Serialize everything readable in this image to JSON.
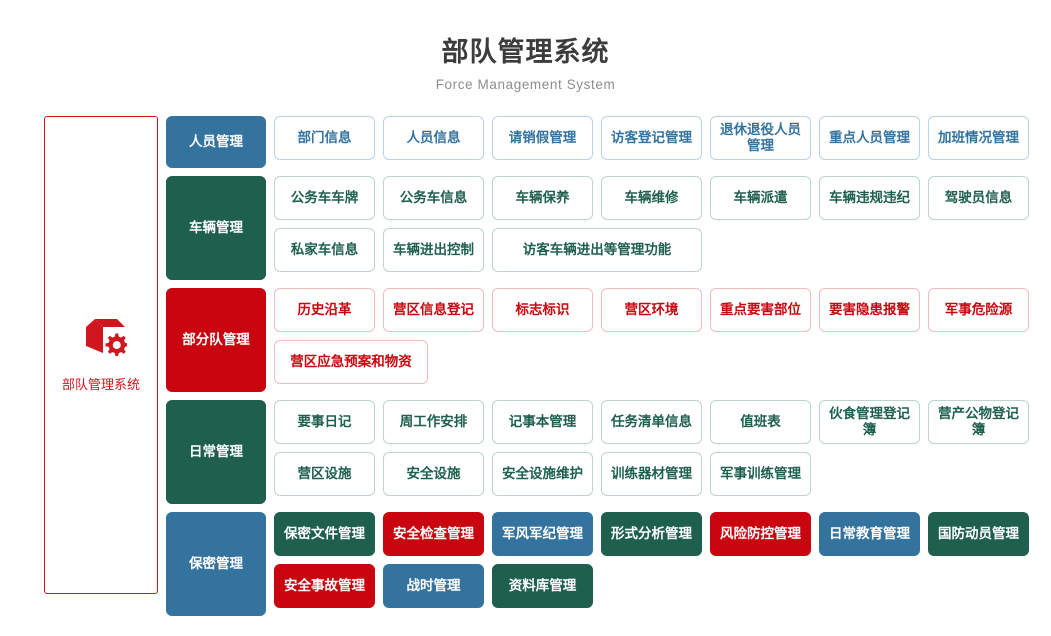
{
  "header": {
    "title": "部队管理系统",
    "subtitle": "Force Management System"
  },
  "brand_panel": {
    "icon": "box-gear-icon",
    "label": "部队管理系统",
    "border_color": "#d0161e",
    "text_color": "#d0161e"
  },
  "palette": {
    "blue": "#35739f",
    "green": "#1e5f4e",
    "red": "#c9060f",
    "outline_blue_border": "#b7d3e6",
    "outline_green_border": "#bcd4cd",
    "outline_red_border": "#f0bcbf",
    "title_color": "#3c3c3c",
    "subtitle_color": "#8d8d8d",
    "page_background": "#ffffff"
  },
  "groups": [
    {
      "head": "人员管理",
      "color": "blue",
      "items": [
        {
          "label": "部门信息",
          "style": "out-blue"
        },
        {
          "label": "人员信息",
          "style": "out-blue"
        },
        {
          "label": "请销假管理",
          "style": "out-blue"
        },
        {
          "label": "访客登记管理",
          "style": "out-blue"
        },
        {
          "label": "退休退役人员管理",
          "style": "out-blue"
        },
        {
          "label": "重点人员管理",
          "style": "out-blue"
        },
        {
          "label": "加班情况管理",
          "style": "out-blue"
        }
      ]
    },
    {
      "head": "车辆管理",
      "color": "green",
      "items": [
        {
          "label": "公务车车牌",
          "style": "out-green"
        },
        {
          "label": "公务车信息",
          "style": "out-green"
        },
        {
          "label": "车辆保养",
          "style": "out-green"
        },
        {
          "label": "车辆维修",
          "style": "out-green"
        },
        {
          "label": "车辆派遣",
          "style": "out-green"
        },
        {
          "label": "车辆违规违纪",
          "style": "out-green"
        },
        {
          "label": "驾驶员信息",
          "style": "out-green"
        },
        {
          "label": "私家车信息",
          "style": "out-green"
        },
        {
          "label": "车辆进出控制",
          "style": "out-green"
        },
        {
          "label": "访客车辆进出等管理功能",
          "style": "out-green",
          "width": "w2"
        }
      ]
    },
    {
      "head": "部分队管理",
      "color": "red",
      "items": [
        {
          "label": "历史沿革",
          "style": "out-red"
        },
        {
          "label": "营区信息登记",
          "style": "out-red"
        },
        {
          "label": "标志标识",
          "style": "out-red"
        },
        {
          "label": "营区环境",
          "style": "out-red"
        },
        {
          "label": "重点要害部位",
          "style": "out-red"
        },
        {
          "label": "要害隐患报警",
          "style": "out-red"
        },
        {
          "label": "军事危险源",
          "style": "out-red"
        },
        {
          "label": "营区应急预案和物资",
          "style": "out-red",
          "width": "w-wide"
        }
      ]
    },
    {
      "head": "日常管理",
      "color": "green",
      "items": [
        {
          "label": "要事日记",
          "style": "out-green"
        },
        {
          "label": "周工作安排",
          "style": "out-green"
        },
        {
          "label": "记事本管理",
          "style": "out-green"
        },
        {
          "label": "任务清单信息",
          "style": "out-green"
        },
        {
          "label": "值班表",
          "style": "out-green"
        },
        {
          "label": "伙食管理登记簿",
          "style": "out-green"
        },
        {
          "label": "营产公物登记簿",
          "style": "out-green"
        },
        {
          "label": "营区设施",
          "style": "out-green"
        },
        {
          "label": "安全设施",
          "style": "out-green"
        },
        {
          "label": "安全设施维护",
          "style": "out-green"
        },
        {
          "label": "训练器材管理",
          "style": "out-green"
        },
        {
          "label": "军事训练管理",
          "style": "out-green"
        }
      ]
    },
    {
      "head": "保密管理",
      "color": "blue",
      "items": [
        {
          "label": "保密文件管理",
          "style": "fill-green"
        },
        {
          "label": "安全检查管理",
          "style": "fill-red"
        },
        {
          "label": "军风军纪管理",
          "style": "fill-blue"
        },
        {
          "label": "形式分析管理",
          "style": "fill-green"
        },
        {
          "label": "风险防控管理",
          "style": "fill-red"
        },
        {
          "label": "日常教育管理",
          "style": "fill-blue"
        },
        {
          "label": "国防动员管理",
          "style": "fill-green"
        },
        {
          "label": "安全事故管理",
          "style": "fill-red"
        },
        {
          "label": "战时管理",
          "style": "fill-blue"
        },
        {
          "label": "资料库管理",
          "style": "fill-green"
        }
      ]
    }
  ]
}
